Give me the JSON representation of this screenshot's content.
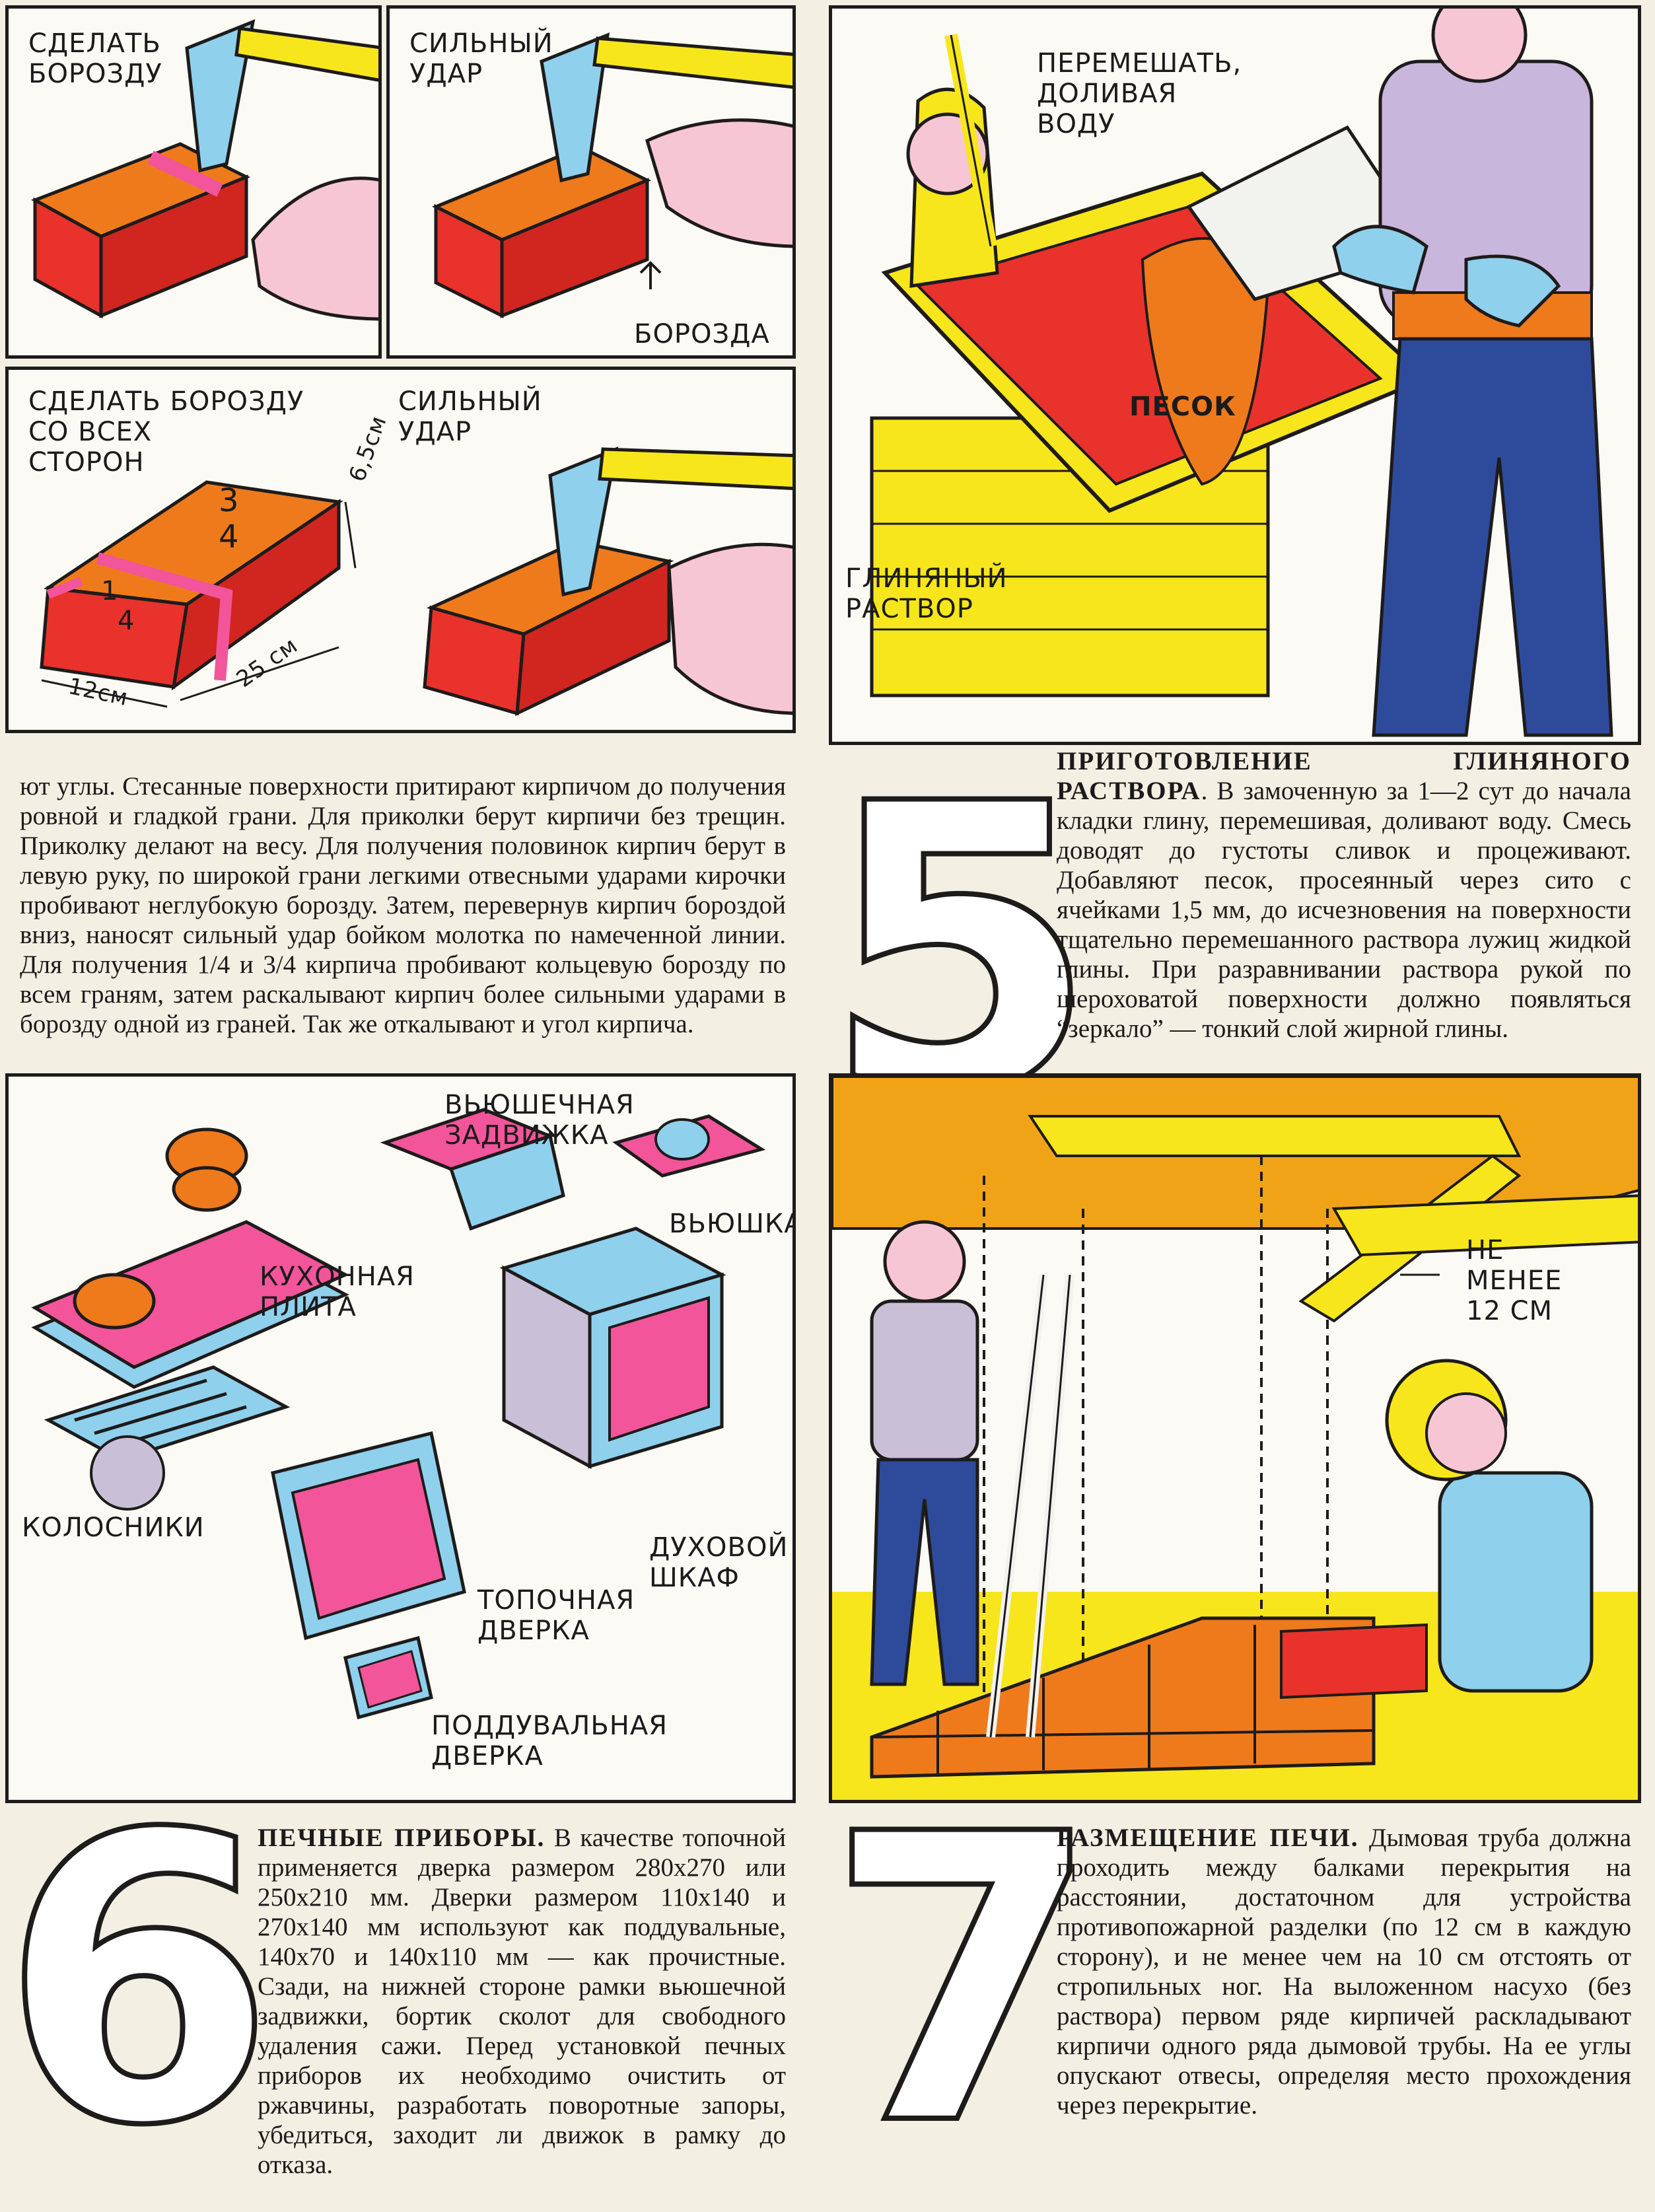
{
  "colors": {
    "brick_orange": "#ef7a1c",
    "brick_red": "#e8322b",
    "pink": "#f2559a",
    "light_blue": "#8fd0ec",
    "yellow": "#f7e61c",
    "sky_blue": "#6fc2e6",
    "ink": "#1e1b1b",
    "paper": "#f3efe3"
  },
  "panel1": {
    "cap1": "СДЕЛАТЬ\nБОРОЗДУ",
    "cap2": "СИЛЬНЫЙ\nУДАР",
    "cap3": "БОРОЗДА"
  },
  "panel2": {
    "cap1": "СДЕЛАТЬ БОРОЗДУ\nСО ВСЕХ\nСТОРОН",
    "cap2": "СИЛЬНЫЙ\nУДАР",
    "frac_three_quarters_num": "3",
    "frac_three_quarters_den": "4",
    "frac_quarter_num": "1",
    "frac_quarter_den": "4",
    "dim_height": "6,5см",
    "dim_length": "25 см",
    "dim_width": "12см"
  },
  "panel3": {
    "cap1": "ПЕРЕМЕШАТЬ,\nДОЛИВАЯ\nВОДУ",
    "cap2": "ПЕСОК",
    "cap3": "ГЛИНЯНЫЙ\nРАСТВОР"
  },
  "text_bricks": "ют углы. Стесанные поверхности притирают кирпичом до получения ровной и гладкой грани. Для приколки берут кирпичи без трещин. Приколку делают на весу. Для получения половинок кирпич берут в левую руку, по широкой грани легкими отвесными ударами кирочки пробивают неглубокую борозду. Затем, перевернув кирпич бороздой вниз, наносят сильный удар бойком молотка по намеченной линии. Для получения 1/4 и 3/4 кирпича пробивают кольцевую борозду по всем граням, затем раскалывают кирпич более сильными ударами в борозду одной из граней. Так же откалывают и угол кирпича.",
  "section5": {
    "number": "5",
    "title": "ПРИГОТОВЛЕНИЕ ГЛИНЯНОГО РАСТВОРА",
    "text": ". В замоченную за 1—2 сут до начала кладки глину, перемешивая, доливают воду. Смесь доводят до густоты сливок и процеживают. Добавляют песок, просеянный через сито с ячейками 1,5 мм, до исчезновения на поверхности тщательно перемешанного раствора лужиц жидкой глины. При разравнивании раствора рукой по шероховатой поверхности должно появляться “зеркало” — тонкий слой жирной глины."
  },
  "panel4": {
    "cap_damper": "ВЬЮШЕЧНАЯ\nЗАДВИЖКА",
    "cap_vyushka": "ВЬЮШКА",
    "cap_stove": "КУХОННАЯ\nПЛИТА",
    "cap_grates": "КОЛОСНИКИ",
    "cap_oven": "ДУХОВОЙ\nШКАФ",
    "cap_firedoor": "ТОПОЧНАЯ\nДВЕРКА",
    "cap_ashdoor": "ПОДДУВАЛЬНАЯ\nДВЕРКА"
  },
  "panel5": {
    "cap_dist": "НЕ\nМЕНЕЕ\n12 СМ"
  },
  "section6": {
    "number": "6",
    "title": "ПЕЧНЫЕ ПРИБОРЫ.",
    "text": " В качестве топочной применяется дверка размером 280х270 или 250х210 мм. Дверки размером 110х140 и 270х140 мм используют как поддувальные, 140х70 и 140х110 мм — как прочистные. Сзади, на нижней стороне рамки вьюшечной задвижки, бортик сколот для свободного удаления сажи. Перед установкой печных приборов их необходимо очистить от ржавчины, разработать поворотные запоры, убедиться, заходит ли движок в рамку до отказа."
  },
  "section7": {
    "number": "7",
    "title": "РАЗМЕЩЕНИЕ ПЕЧИ.",
    "text": " Дымовая труба должна проходить между балками перекрытия на расстоянии, достаточном для устройства противопожарной разделки (по 12 см в каждую сторону), и не менее чем на 10 см отстоять от стропильных ног. На выложенном насухо (без раствора) первом ряде кирпичей раскладывают кирпичи одного ряда дымовой трубы. На ее углы опускают отвесы, определяя место прохождения через перекрытие."
  }
}
